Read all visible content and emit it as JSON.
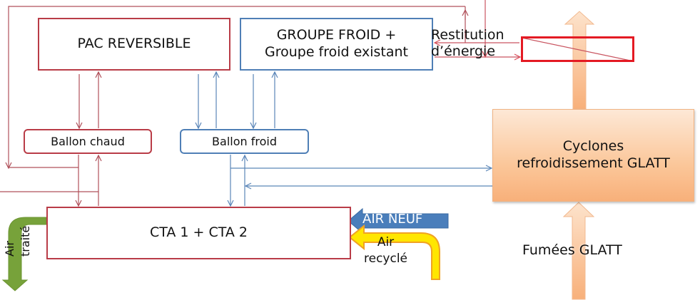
{
  "diagram": {
    "nodes": {
      "pac_reversible": "PAC REVERSIBLE",
      "groupe_froid_line1": "GROUPE FROID +",
      "groupe_froid_line2": "Groupe froid existant",
      "ballon_chaud": "Ballon chaud",
      "ballon_froid": "Ballon froid",
      "cta": "CTA 1 + CTA 2",
      "cyclones_line1": "Cyclones",
      "cyclones_line2": "refroidissement GLATT"
    },
    "labels": {
      "restitution_line1": "Restitution",
      "restitution_line2": "d’énergie",
      "fumees": "Fumées GLATT",
      "air_neuf": "AIR NEUF",
      "air_recycle_line1": "Air",
      "air_recycle_line2": "recyclé",
      "air_traite_line1": "Air",
      "air_traite_line2": "traité"
    },
    "colors": {
      "hot_circuit": "#b93c47",
      "cold_circuit": "#4f7fb6",
      "heat_exchanger": "#e41a23",
      "smoke_flow": "#f9b885",
      "fresh_air": "#4a7ebb",
      "recycled_air": "#ffe600",
      "treated_air": "#77a23a"
    }
  }
}
